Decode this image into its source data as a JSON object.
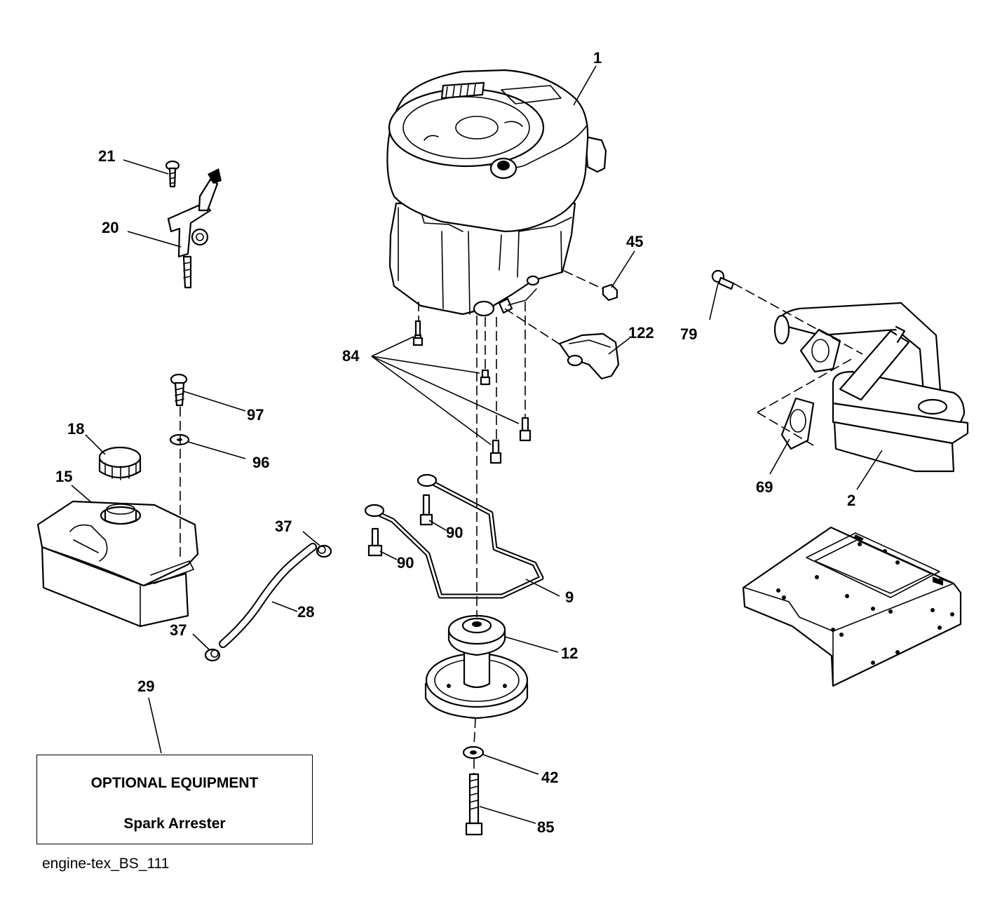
{
  "callouts": {
    "c1": "1",
    "c2": "2",
    "c9": "9",
    "c12": "12",
    "c15": "15",
    "c18": "18",
    "c20": "20",
    "c21": "21",
    "c28": "28",
    "c29": "29",
    "c37a": "37",
    "c37b": "37",
    "c42": "42",
    "c45": "45",
    "c69": "69",
    "c79": "79",
    "c84": "84",
    "c85": "85",
    "c90a": "90",
    "c90b": "90",
    "c96": "96",
    "c97": "97",
    "c122": "122"
  },
  "optional_equipment": {
    "title": "OPTIONAL EQUIPMENT",
    "item": "Spark Arrester"
  },
  "reference_code": "engine-tex_BS_111"
}
